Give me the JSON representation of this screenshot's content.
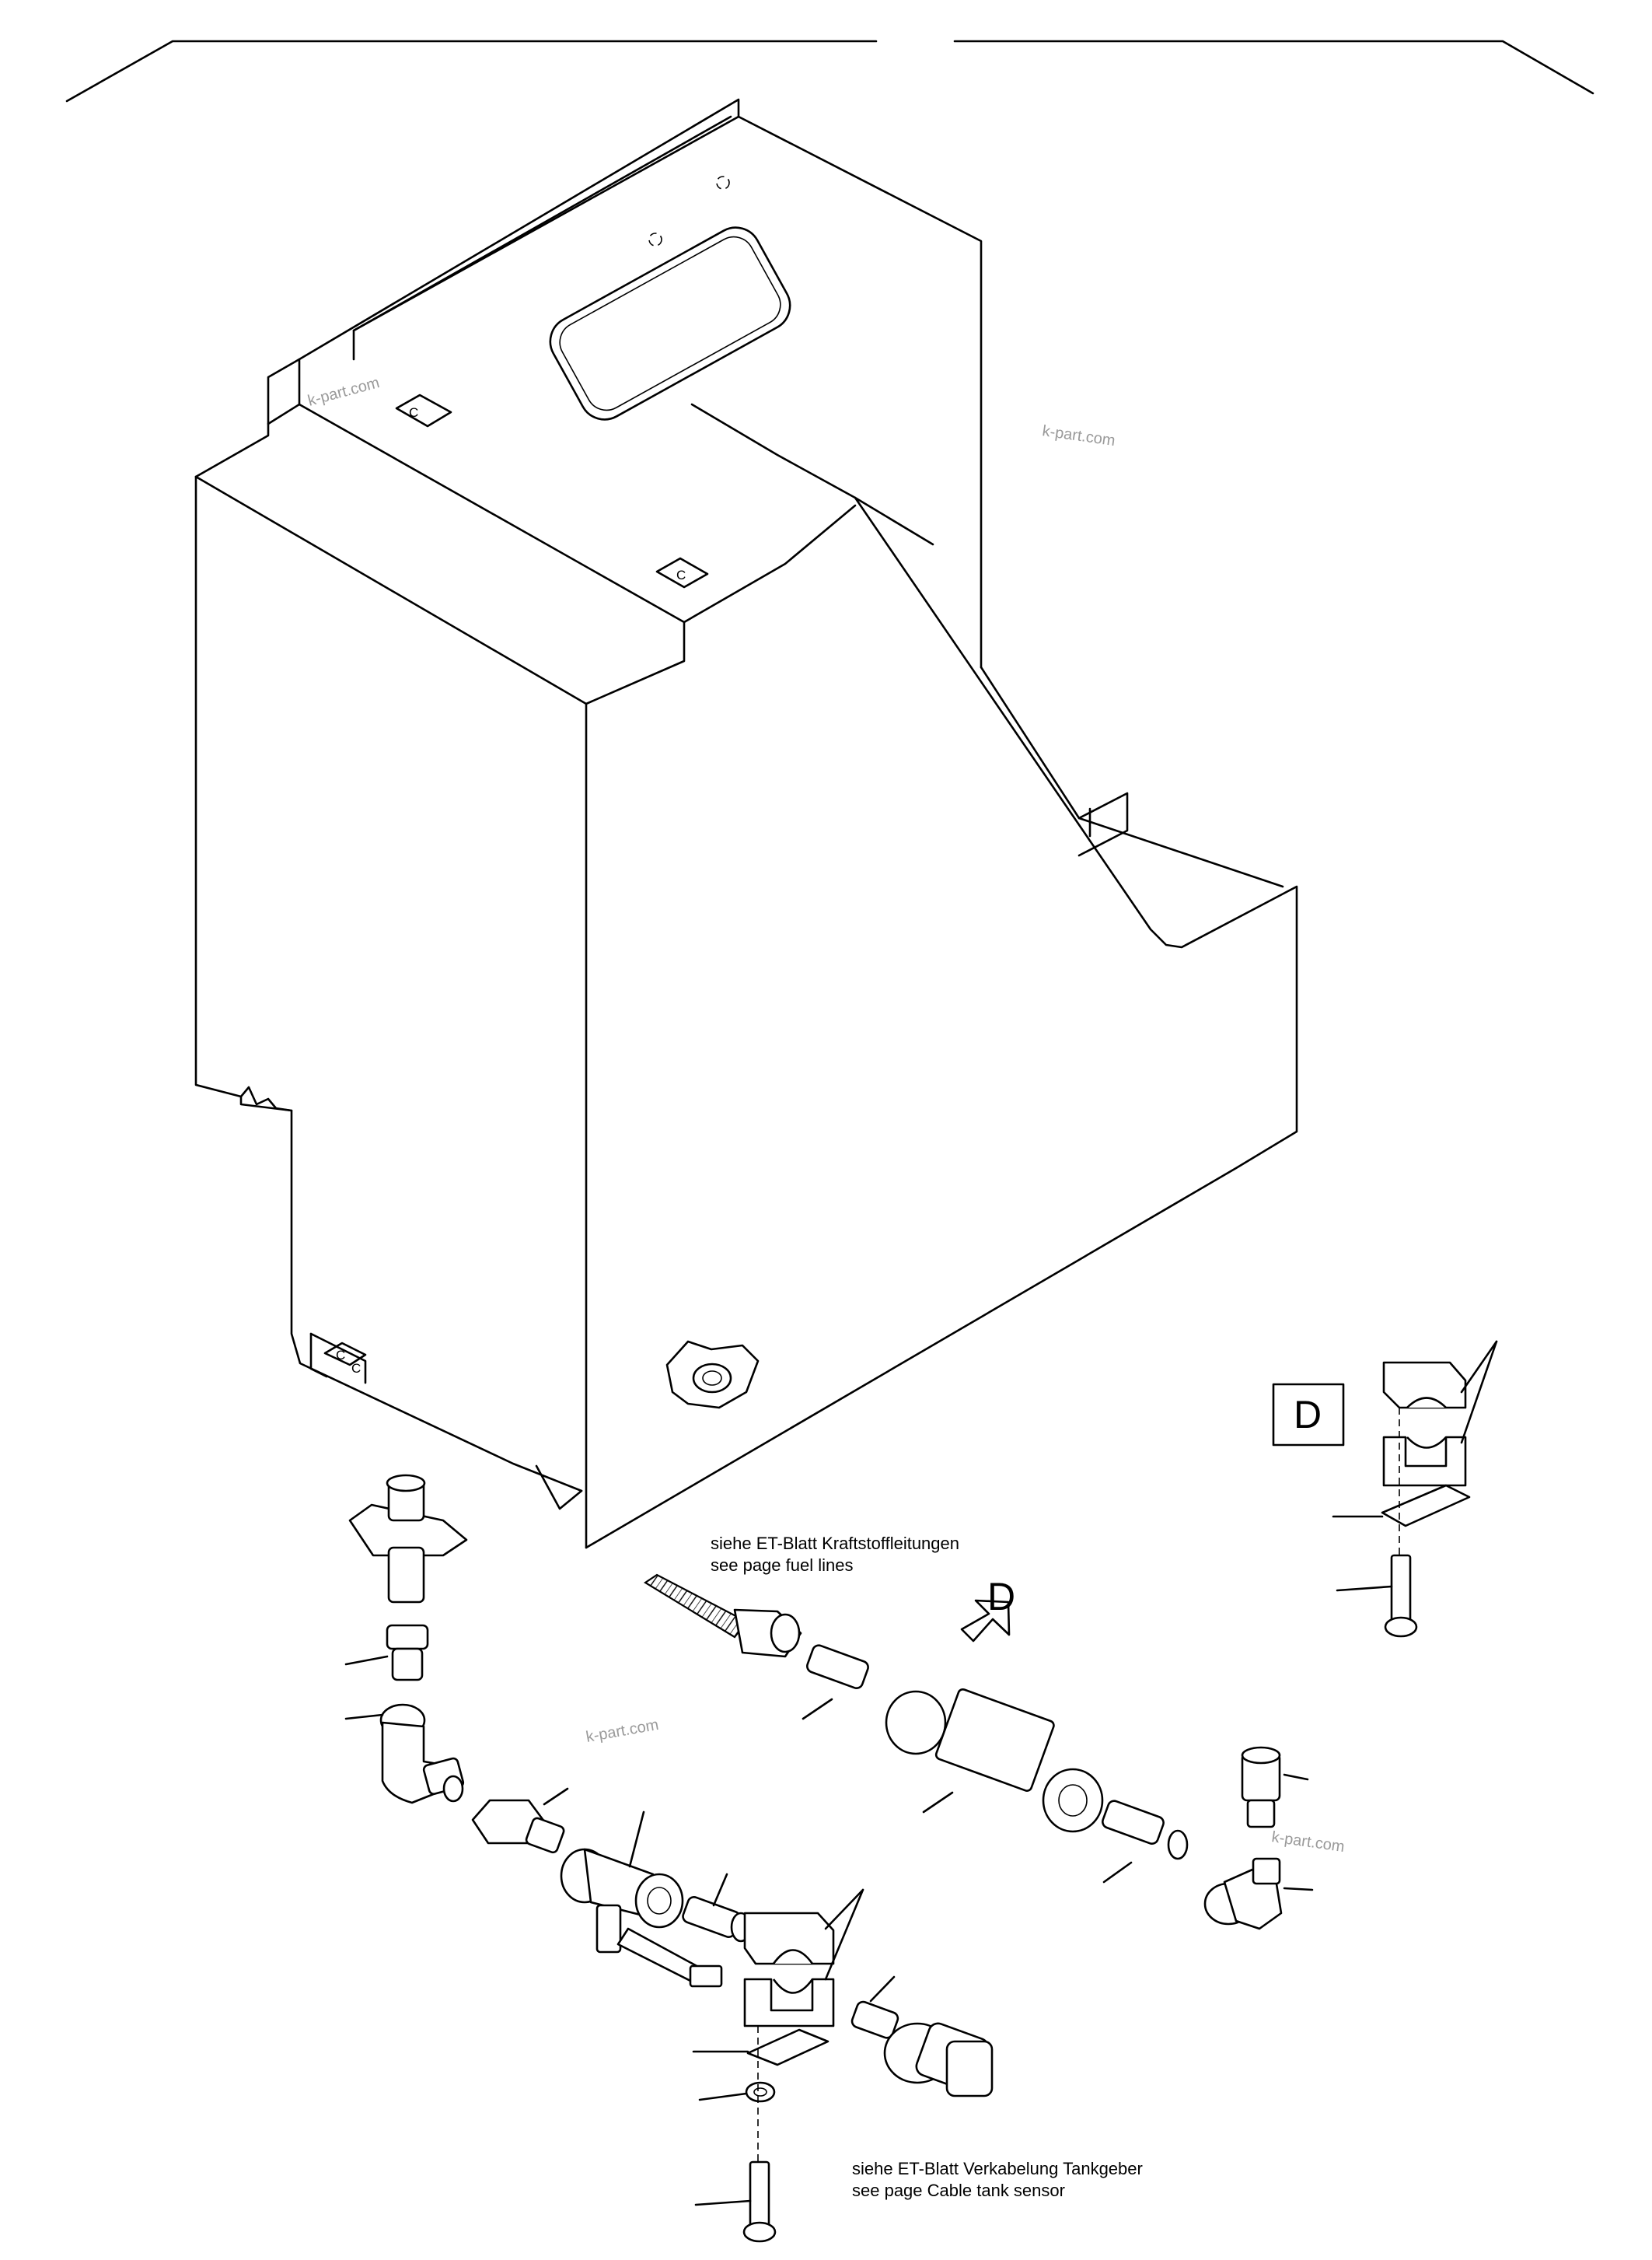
{
  "watermarks": [
    "k-part.com",
    "k-part.com",
    "k-part.com",
    "k-part.com"
  ],
  "detail_letters": {
    "arrow_label": "D",
    "box_label": "D"
  },
  "notes": {
    "fuel_lines": {
      "de": "siehe ET-Blatt Kraftstoffleitungen",
      "en": "see page fuel lines"
    },
    "tank_sensor": {
      "de": "siehe ET-Blatt Verkabelung Tankgeber",
      "en": "see page Cable tank sensor"
    }
  },
  "bracket_marks": [
    "C",
    "C",
    "C",
    "C"
  ]
}
